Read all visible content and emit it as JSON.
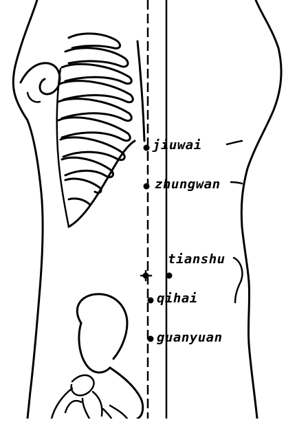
{
  "points": [
    {
      "id": "jiuwai",
      "label": "jiuwai"
    },
    {
      "id": "zhungwan",
      "label": "zhungwan"
    },
    {
      "id": "tianshu",
      "label": "tianshu"
    },
    {
      "id": "qihai",
      "label": "qihai"
    },
    {
      "id": "guanyuan",
      "label": "guanyuan"
    }
  ],
  "colors": {
    "ink": "#000000",
    "background": "#ffffff"
  }
}
